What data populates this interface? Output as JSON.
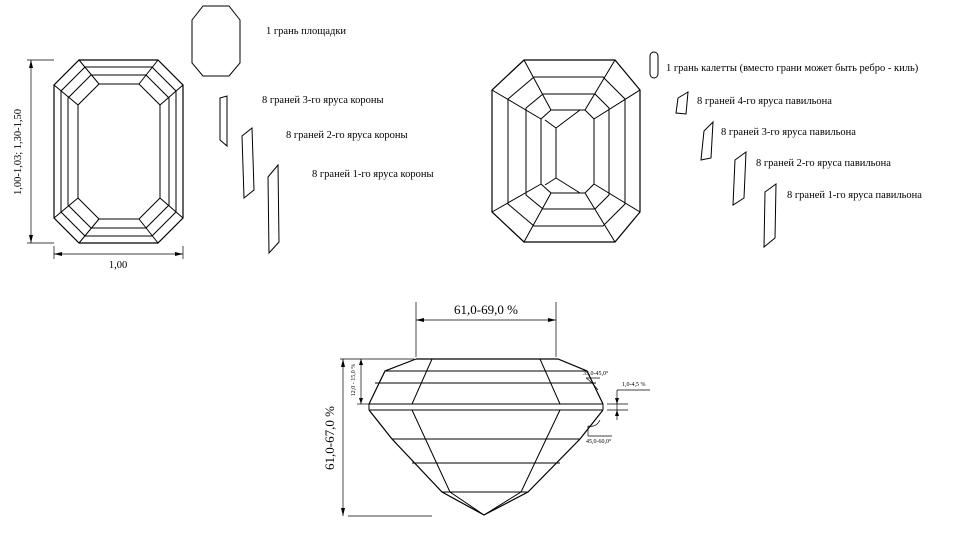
{
  "labels": {
    "table": "1 грань площадки",
    "crown3": "8 граней 3-го яруса короны",
    "crown2": "8 граней 2-го яруса короны",
    "crown1": "8 граней 1-го яруса короны",
    "culet": "1 грань калетты (вместо грани может быть ребро - киль)",
    "pav4": "8 граней 4-го яруса павильона",
    "pav3": "8 граней 3-го яруса павильона",
    "pav2": "8 граней 2-го яруса павильона",
    "pav1": "8 граней 1-го яруса павильона"
  },
  "dimensions": {
    "length_ratio": "1,00-1,03; 1,30-1,50",
    "width": "1,00",
    "table_width": "61,0-69,0 %",
    "total_depth": "61,0-67,0 %",
    "crown_height": "12,0 - 15,0 %",
    "crown_angle": "35,0-45,0°",
    "girdle": "1,0-4,5 %",
    "pavilion_angle": "45,0-60,0°"
  }
}
